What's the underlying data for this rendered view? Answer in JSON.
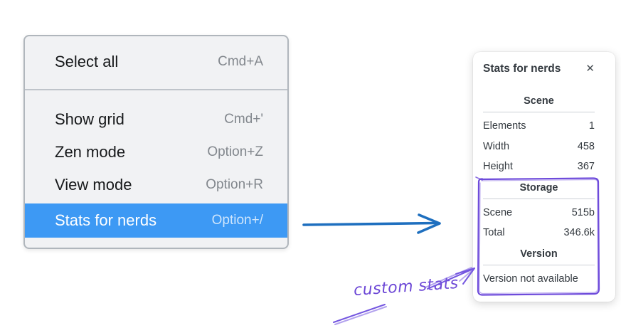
{
  "context_menu": {
    "items": [
      {
        "label": "Select all",
        "shortcut": "Cmd+A",
        "active": false
      },
      {
        "label": "Show grid",
        "shortcut": "Cmd+'",
        "active": false
      },
      {
        "label": "Zen mode",
        "shortcut": "Option+Z",
        "active": false
      },
      {
        "label": "View mode",
        "shortcut": "Option+R",
        "active": false
      },
      {
        "label": "Stats for nerds",
        "shortcut": "Option+/",
        "active": true
      }
    ],
    "highlight_color": "#3d99f4"
  },
  "stats_panel": {
    "title": "Stats for nerds",
    "close_icon": "✕",
    "scene_section": {
      "heading": "Scene",
      "rows": [
        {
          "label": "Elements",
          "value": "1"
        },
        {
          "label": "Width",
          "value": "458"
        },
        {
          "label": "Height",
          "value": "367"
        }
      ]
    },
    "storage_section": {
      "heading": "Storage",
      "rows": [
        {
          "label": "Scene",
          "value": "515b"
        },
        {
          "label": "Total",
          "value": "346.6k"
        }
      ]
    },
    "version_section": {
      "heading": "Version",
      "note": "Version not available"
    }
  },
  "annotation": {
    "label": "custom stats",
    "color": "#6c47d6"
  },
  "arrows": {
    "menu_to_panel_color": "#1e6fbf",
    "annotation_arrow_color": "#7456e0",
    "highlight_box_color": "#6e4bdb"
  }
}
